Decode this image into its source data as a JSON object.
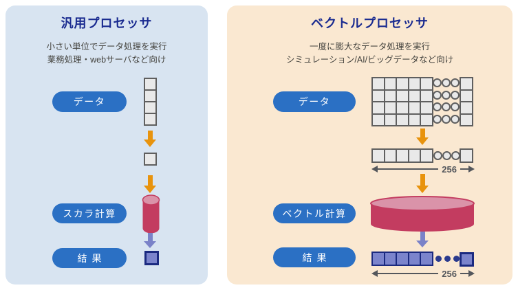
{
  "colors": {
    "page_bg": "#ffffff",
    "left_panel_bg": "#d8e4f1",
    "right_panel_bg": "#fae8d1",
    "title_navy": "#1a2b90",
    "subtitle_gray": "#45443f",
    "pill_blue": "#2b70c4",
    "pill_text": "#ffffff",
    "cell_fill": "#e9e9e9",
    "cell_border": "#5f5f5f",
    "arrow_orange": "#e8930d",
    "arrow_purple": "#7a82c8",
    "cylinder_body": "#c33c60",
    "cylinder_top": "#da93a9",
    "result_fill": "#7b84cc",
    "result_border": "#1b2a80",
    "result_dot": "#2a3a8e",
    "range_gray": "#54575c"
  },
  "left_panel": {
    "title": "汎用プロセッサ",
    "subtitle_line1": "小さい単位でデータ処理を実行",
    "subtitle_line2": "業務処理・webサーバなど向け",
    "data_label": "データ",
    "compute_label": "スカラ計算",
    "result_label": "結果"
  },
  "right_panel": {
    "title": "ベクトルプロセッサ",
    "subtitle_line1": "一度に膨大なデータ処理を実行",
    "subtitle_line2": "シミュレーション/AI/ビッグデータなど向け",
    "data_label": "データ",
    "compute_label": "ベクトル計算",
    "result_label": "結果",
    "vector_width_label": "256",
    "result_width_label": "256"
  }
}
